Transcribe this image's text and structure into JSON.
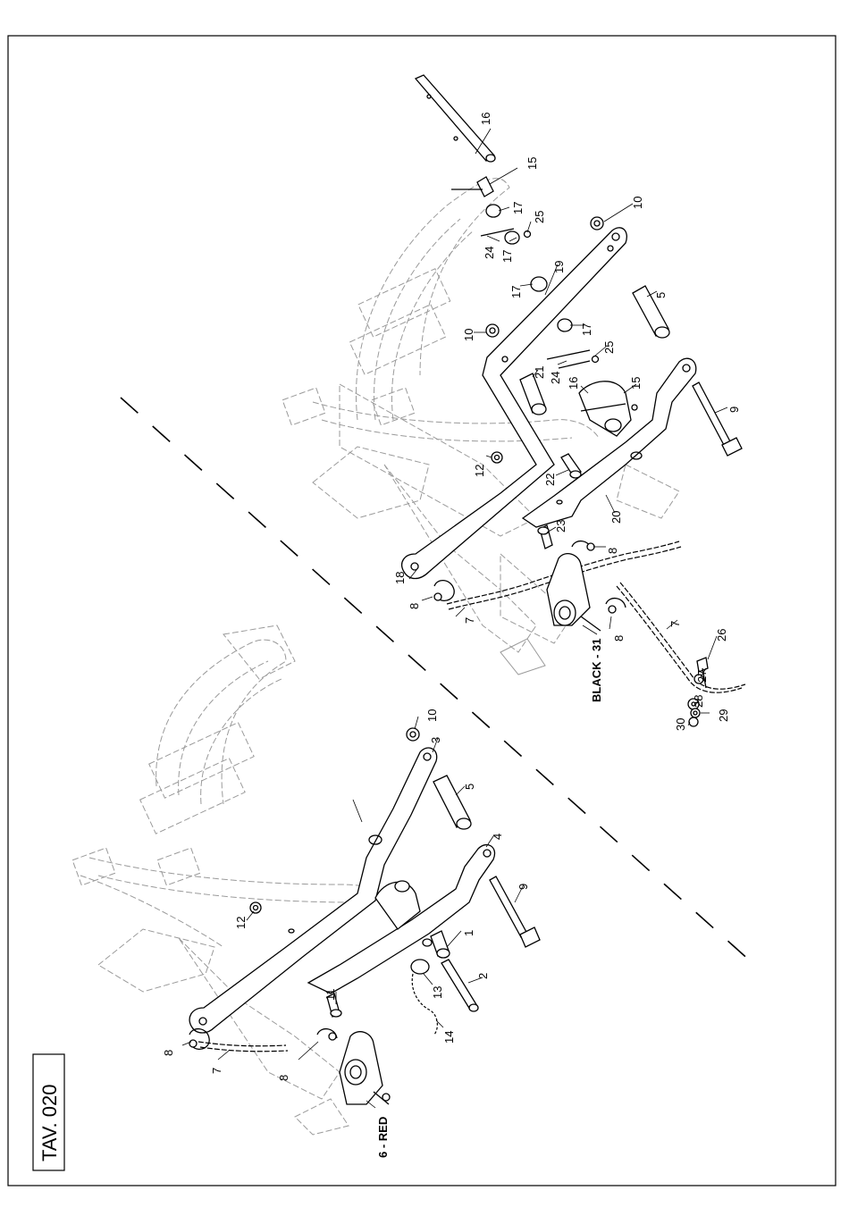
{
  "sheet": {
    "code": "TAV. 020"
  },
  "lower_assembly": {
    "callouts": [
      "1",
      "2",
      "3",
      "4",
      "5",
      "6 - RED",
      "7",
      "8",
      "8",
      "9",
      "10",
      "11",
      "12",
      "13",
      "14"
    ]
  },
  "upper_assembly": {
    "callouts": [
      "5",
      "7",
      "7",
      "8",
      "8",
      "8",
      "9",
      "10",
      "10",
      "12",
      "15",
      "15",
      "16",
      "16",
      "17",
      "17",
      "17",
      "17",
      "18",
      "19",
      "20",
      "21",
      "22",
      "23",
      "24",
      "24",
      "25",
      "25",
      "26",
      "27",
      "28",
      "29",
      "30",
      "BLACK - 31"
    ]
  }
}
